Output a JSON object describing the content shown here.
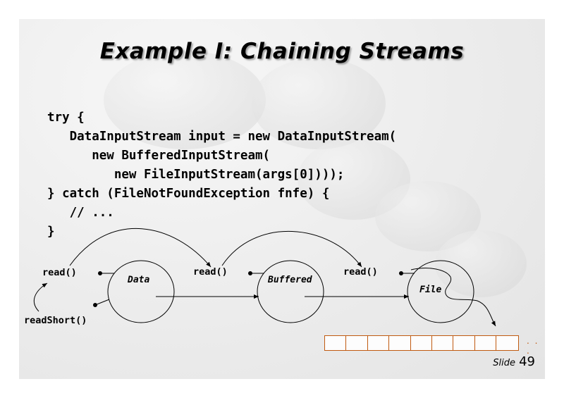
{
  "title": "Example I: Chaining Streams",
  "code_lines": [
    "try {",
    "   DataInputStream input = new DataInputStream(",
    "      new BufferedInputStream(",
    "         new FileInputStream(args[0])));",
    "} catch (FileNotFoundException fnfe) {",
    "   // ...",
    "}"
  ],
  "diagram": {
    "read_labels": [
      "read()",
      "read()",
      "read()"
    ],
    "read_short_label": "readShort()",
    "streams": [
      "Data",
      "Buffered",
      "File"
    ],
    "buffer_cells": 9,
    "buffer_color": "#c05a10",
    "ellipsis": ". . ."
  },
  "footer": {
    "slide_word": "Slide",
    "slide_number": "49"
  }
}
